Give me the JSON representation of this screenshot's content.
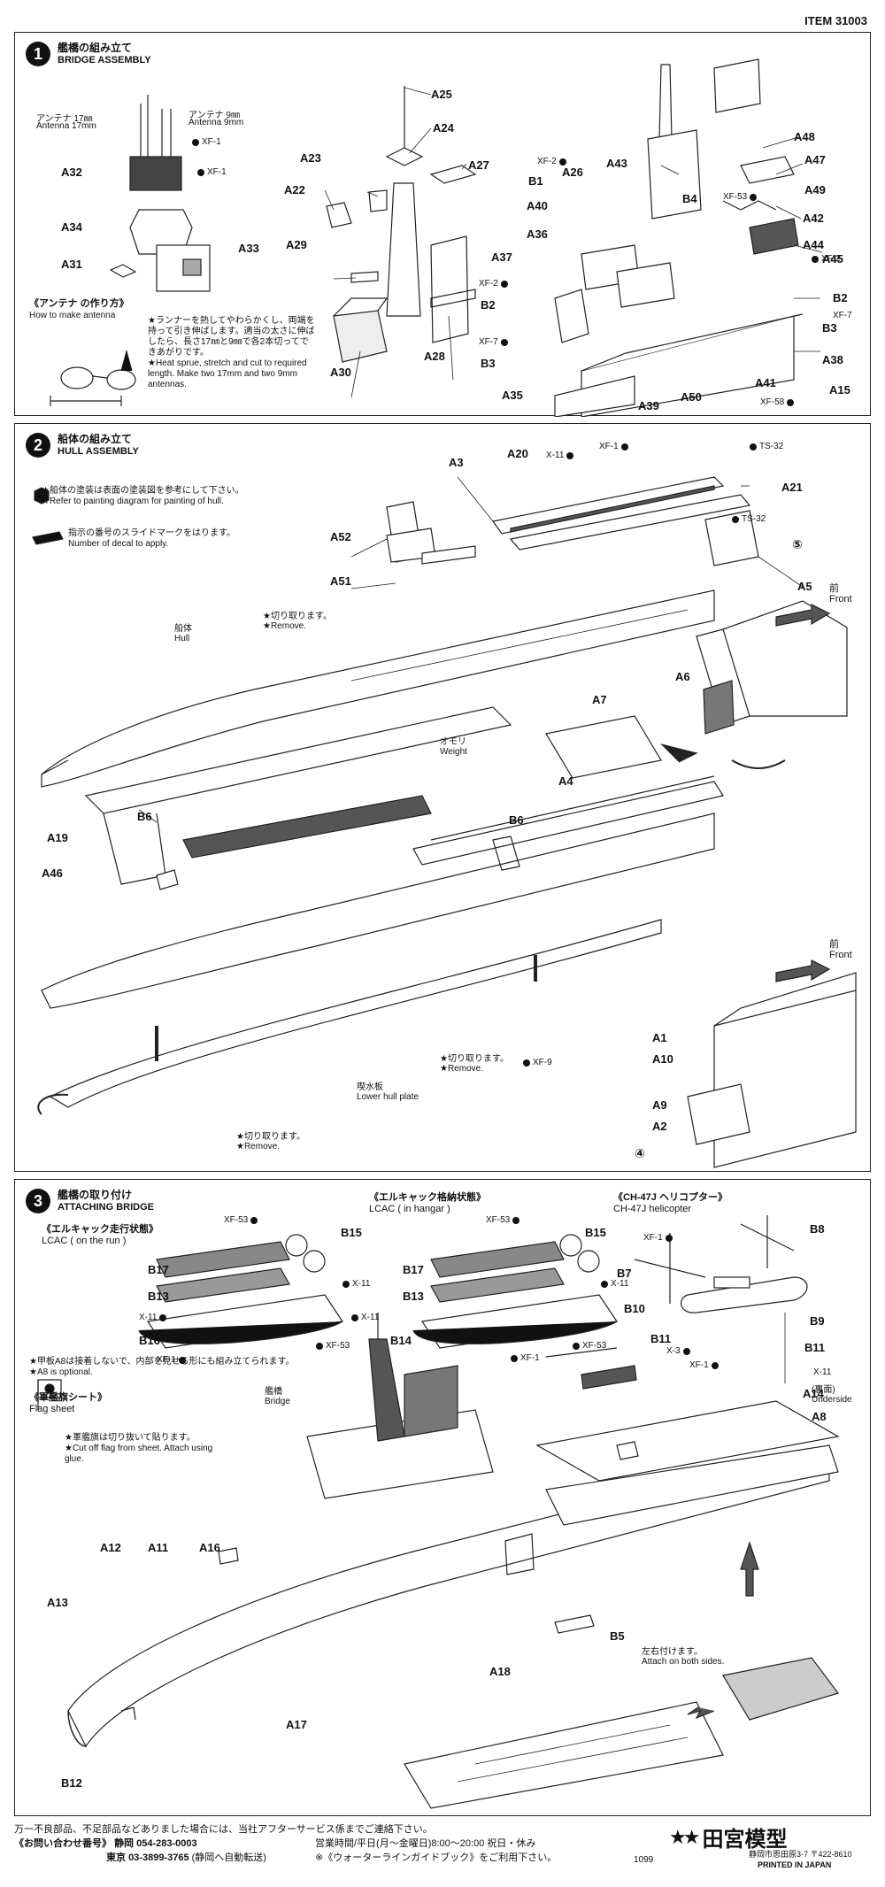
{
  "item_no": "ITEM 31003",
  "steps": [
    {
      "num": "1",
      "jp": "艦橋の組み立て",
      "en": "BRIDGE ASSEMBLY"
    },
    {
      "num": "2",
      "jp": "船体の組み立て",
      "en": "HULL ASSEMBLY"
    },
    {
      "num": "3",
      "jp": "艦橋の取り付け",
      "en": "ATTACHING BRIDGE"
    }
  ],
  "s1": {
    "antenna17_jp": "アンテナ 17㎜",
    "antenna17_en": "Antenna 17mm",
    "antenna9_jp": "アンテナ 9㎜",
    "antenna9_en": "Antenna 9mm",
    "howto_jp": "《アンテナ の作り方》",
    "howto_en": "How to make antenna",
    "howto_note_jp": "★ランナーを熱してやわらかくし、両端を持って引き伸ばします。適当の太さに伸ばしたら、長さ17㎜と9㎜で各2本切ってできあがりです。",
    "howto_note_en": "★Heat sprue, stretch and cut to required length. Make two 17mm and two 9mm antennas.",
    "labels": [
      "A25",
      "A24",
      "A23",
      "A27",
      "A22",
      "A26",
      "A43",
      "B4",
      "A48",
      "A47",
      "A49",
      "A42",
      "A44",
      "A45",
      "B2",
      "B3",
      "A38",
      "A15",
      "A41",
      "A50",
      "A39",
      "A35",
      "B3",
      "B2",
      "A37",
      "A36",
      "A40",
      "B1",
      "A32",
      "A34",
      "A31",
      "A33",
      "A29",
      "A28",
      "A30"
    ],
    "paints": [
      "XF-1",
      "XF-1",
      "XF-2",
      "XF-53",
      "XF-2",
      "XF-7",
      "XF-2",
      "XF-7",
      "XF-58"
    ]
  },
  "s2": {
    "paint_note_jp": "★船体の塗装は表面の塗装図を参考にして下さい。",
    "paint_note_en": "★Refer to painting diagram for painting of hull.",
    "decal_note_jp": "指示の番号のスライドマークをはります。",
    "decal_note_en": "Number of decal to apply.",
    "hull_jp": "船体",
    "hull_en": "Hull",
    "remove_jp": "★切り取ります。",
    "remove_en": "★Remove.",
    "weight_jp": "オモリ",
    "weight_en": "Weight",
    "front_jp": "前",
    "front_en": "Front",
    "lower_jp": "喫水板",
    "lower_en": "Lower hull plate",
    "decal5": "⑤",
    "decal4": "④",
    "labels": [
      "A3",
      "A20",
      "A21",
      "A52",
      "A51",
      "A5",
      "A6",
      "A7",
      "A4",
      "B6",
      "B6",
      "A19",
      "A46",
      "A1",
      "A10",
      "A9",
      "A2"
    ],
    "paints": [
      "X-11",
      "XF-1",
      "TS-32",
      "TS-32",
      "XF-9"
    ]
  },
  "s3": {
    "lcac_run_jp": "《エルキャック走行状態》",
    "lcac_run_en": "LCAC ( on the run )",
    "lcac_hangar_jp": "《エルキャック格納状態》",
    "lcac_hangar_en": "LCAC ( in hangar )",
    "heli_jp": "《CH-47J ヘリコプター》",
    "heli_en": "CH-47J helicopter",
    "a8_note_jp": "★甲板A8は接着しないで、内部を見せる形にも組み立てられます。",
    "a8_note_en": "★A8 is optional.",
    "flag_jp": "《軍艦旗シート》",
    "flag_en": "Flag sheet",
    "flag_note_jp": "★軍艦旗は切り抜いて貼ります。",
    "flag_note_en": "★Cut off flag from sheet. Attach using glue.",
    "bridge_jp": "艦橋",
    "bridge_en": "Bridge",
    "underside_jp": "(裏面)",
    "underside_en": "Underside",
    "bothsides_jp": "左右付けます。",
    "bothsides_en": "Attach on both sides.",
    "labels": [
      "B15",
      "B17",
      "B13",
      "B16",
      "B15",
      "B17",
      "B13",
      "B14",
      "B8",
      "B7",
      "B10",
      "B9",
      "B11",
      "B11",
      "A14",
      "A8",
      "A12",
      "A11",
      "A16",
      "A13",
      "B5",
      "A18",
      "A17",
      "B12"
    ],
    "paints": [
      "XF-53",
      "X-11",
      "X-11",
      "X-11",
      "XF-1",
      "XF-53",
      "XF-53",
      "X-11",
      "XF-1",
      "XF-53",
      "XF-1",
      "X-3",
      "XF-1",
      "X-11"
    ]
  },
  "footer": {
    "line1": "万一不良部品、不足部品などありました場合には、当社アフターサービス係までご連絡下さい。",
    "line2_label": "《お問い合わせ番号》",
    "line2_city": "静岡",
    "line2_tel": "054-283-0003",
    "line3_city": "東京",
    "line3_tel": "03-3899-3765",
    "line3_note": "(静岡へ自動転送)",
    "hours": "営業時間/平日(月～金曜日)8:00～20:00 祝日・休み",
    "guide": "※《ウォーターラインガイドブック》をご利用下さい。",
    "code": "1099",
    "brand": "田宮模型",
    "address": "静岡市恩田原3-7 〒422-8610",
    "printed": "PRINTED IN JAPAN"
  }
}
